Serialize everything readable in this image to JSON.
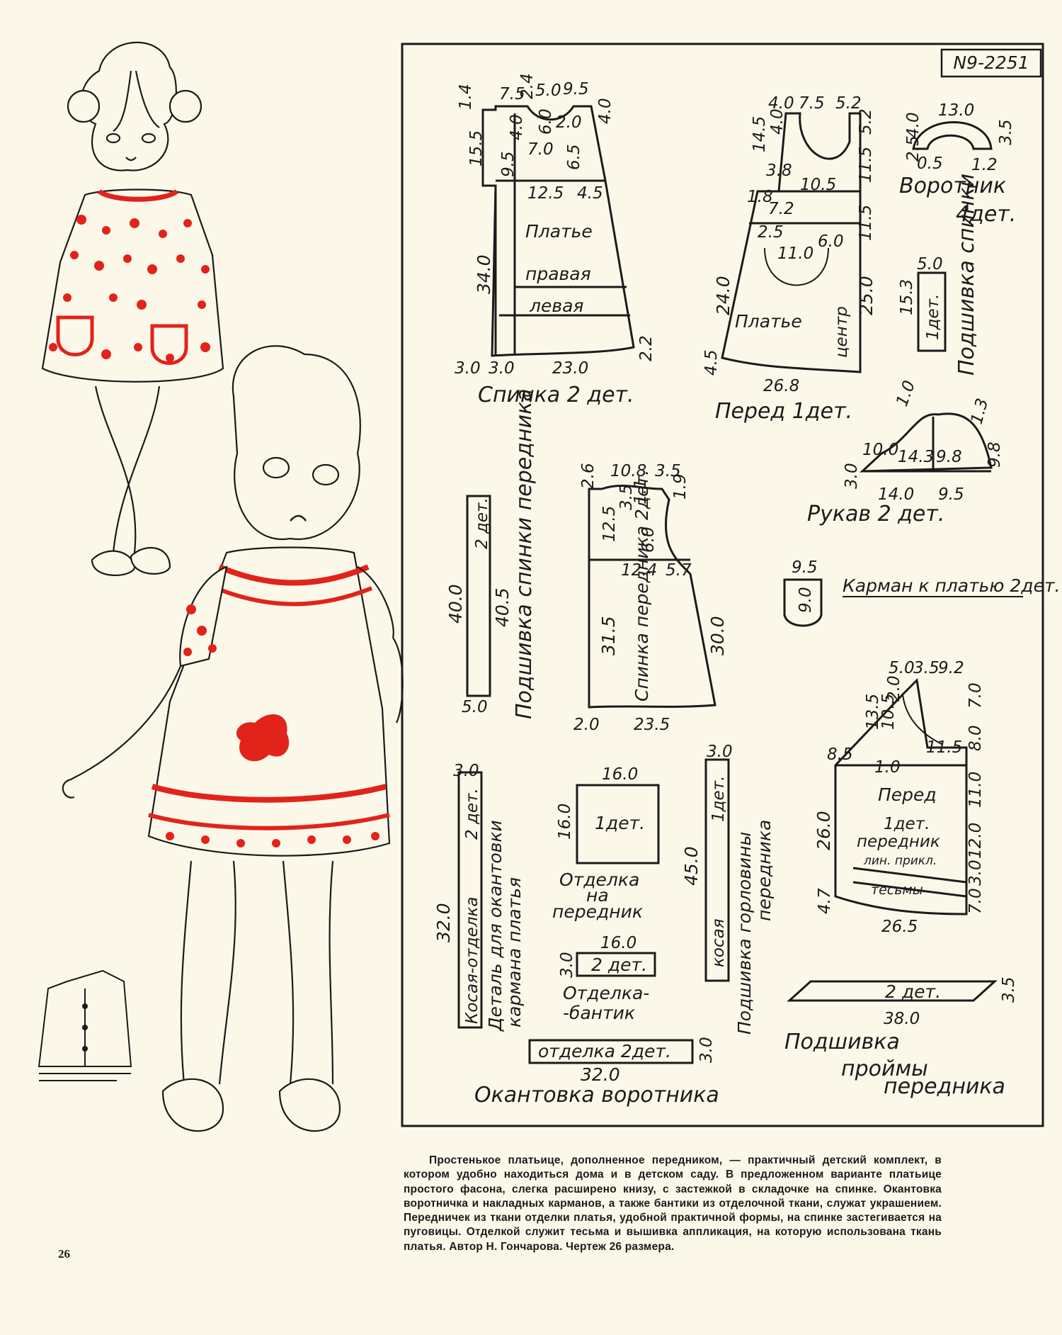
{
  "pattern_number": "N9-2251",
  "page_number": "26",
  "caption": "Простенькое платьице, дополненное передником, — практичный детский комплект, в котором удобно находиться дома и в детском саду. В предложенном варианте платьице простого фасона, слегка расширено книзу, с застежкой в складочке на спинке. Окантовка воротничка и накладных карманов, а также бантики из отделочной ткани, служат украшением. Передничек из ткани отделки платья, удобной практичной формы, на спинке застегивается на пуговицы. Отделкой служит тесьма и вышивка аппликация, на которую использована ткань платья. Автор Н. Гончарова. Чертеж 26 размера.",
  "colors": {
    "paper": "#fbf8ea",
    "ink": "#1b1b1b",
    "accent_red": "#e2231a"
  },
  "pieces": {
    "back": {
      "title": "Спинка 2 дет.",
      "labels": {
        "dress": "Платье",
        "right": "правая",
        "left": "левая"
      },
      "dims": [
        "7.5",
        "1.4",
        "2.4",
        "5.0",
        "9.5",
        "4.0",
        "15.5",
        "9.5",
        "4.0",
        "6.0",
        "2.0",
        "7.0",
        "6.5",
        "12.5",
        "4.5",
        "34.0",
        "3.0",
        "3.0",
        "23.0",
        "2.2"
      ]
    },
    "front": {
      "title": "Перед 1дет.",
      "labels": {
        "dress": "Платье",
        "center": "центр"
      },
      "dims": [
        "4.0",
        "7.5",
        "5.2",
        "14.5",
        "4.0",
        "5.2",
        "3.8",
        "10.5",
        "11.5",
        "1.8",
        "7.2",
        "11.5",
        "2.5",
        "6.0",
        "11.0",
        "24.0",
        "25.0",
        "4.5",
        "26.8"
      ]
    },
    "collar": {
      "title": "Воротник",
      "count": "4дет.",
      "dims": [
        "13.0",
        "2.5",
        "4.0",
        "3.5",
        "0.5",
        "1.2"
      ]
    },
    "back_facing": {
      "title": "Подшивка спинки",
      "count": "1дет.",
      "dims": [
        "5.0",
        "15.3"
      ]
    },
    "sleeve": {
      "title": "Рукав 2 дет.",
      "dims": [
        "1.0",
        "10.0",
        "14.3",
        "9.8",
        "1.3",
        "9.8",
        "3.0",
        "14.0",
        "9.5"
      ]
    },
    "apron_back_facing": {
      "title": "Подшивка спинки передника",
      "count": "2 дет.",
      "dims": [
        "40.0",
        "40.5",
        "5.0"
      ]
    },
    "apron_back": {
      "title": "Спинка передника 2дет.",
      "dims": [
        "2.6",
        "10.8",
        "3.5",
        "12.5",
        "3.5",
        "1.1",
        "1.9",
        "6.0",
        "12.4",
        "5.7",
        "31.5",
        "30.0",
        "2.0",
        "23.5"
      ]
    },
    "dress_pocket": {
      "title": "Карман к платью 2дет.",
      "dims": [
        "9.5",
        "9.0"
      ]
    },
    "apron_front": {
      "title": "Перед",
      "labels": [
        "1дет.",
        "передник",
        "лин. прикл.",
        "тесьмы"
      ],
      "dims": [
        "5.0",
        "3.5",
        "9.2",
        "13.5",
        "2.0",
        "10.5",
        "7.0",
        "8.5",
        "11.5",
        "8.0",
        "1.0",
        "11.0",
        "26.0",
        "12.0",
        "4.7",
        "3.0",
        "7.0",
        "26.5"
      ]
    },
    "pocket_binding": {
      "labels": [
        "Косая-отделка",
        "2 дет.",
        "Деталь для окантовки",
        "кармана платья"
      ],
      "dims": [
        "3.0",
        "32.0"
      ]
    },
    "apron_trim": {
      "count": "1дет.",
      "labels": [
        "Отделка",
        "на",
        "передник"
      ],
      "dims": [
        "16.0",
        "16.0"
      ]
    },
    "bow_trim": {
      "count": "2 дет.",
      "labels": [
        "Отделка-",
        "-бантик"
      ],
      "dims": [
        "16.0",
        "3.0"
      ]
    },
    "neck_facing": {
      "labels": [
        "косая",
        "1дет.",
        "Подшивка горловины",
        "передника"
      ],
      "dims": [
        "3.0",
        "45.0"
      ]
    },
    "armhole_facing": {
      "count": "2 дет.",
      "labels": [
        "Подшивка",
        "проймы",
        "передника"
      ],
      "dims": [
        "3.5",
        "38.0"
      ]
    },
    "collar_binding": {
      "inner": "отделка 2дет.",
      "title": "Окантовка воротника",
      "dims": [
        "32.0",
        "3.0"
      ]
    }
  }
}
